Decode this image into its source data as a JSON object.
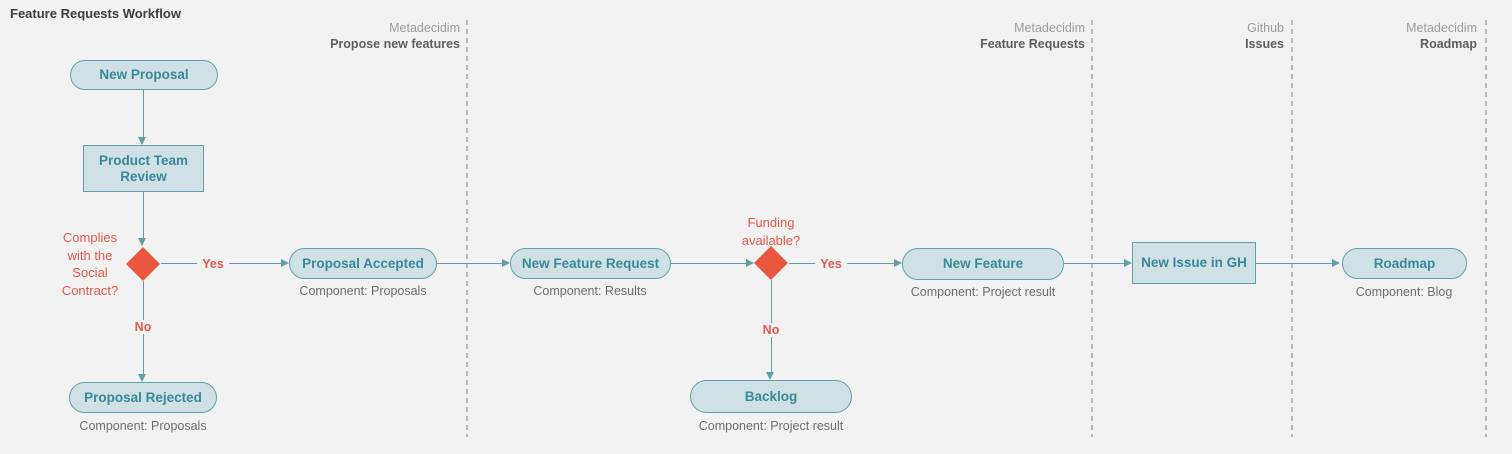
{
  "title": "Feature Requests Workflow",
  "colors": {
    "background": "#f2f2f2",
    "node_fill": "#d0e1e5",
    "node_border": "#5f9fab",
    "node_text": "#38889b",
    "arrow": "#5f9fab",
    "decision_red": "#e9573f",
    "red_label_text": "#e65847",
    "lane_group_text": "#9b9b9b",
    "lane_name_text": "#5e5e5e",
    "caption_text": "#6d6d6d",
    "divider": "#b9b9b9",
    "title_text": "#3d3d3d"
  },
  "lanes": [
    {
      "group": "Metadecidim",
      "name": "Propose new features"
    },
    {
      "group": "Metadecidim",
      "name": "Feature Requests"
    },
    {
      "group": "Github",
      "name": "Issues"
    },
    {
      "group": "Metadecidim",
      "name": "Roadmap"
    }
  ],
  "nodes": {
    "new_proposal": {
      "label": "New Proposal"
    },
    "product_team_review": {
      "label": "Product Team Review"
    },
    "proposal_accepted": {
      "label": "Proposal Accepted",
      "component": "Component: Proposals"
    },
    "proposal_rejected": {
      "label": "Proposal Rejected",
      "component": "Component: Proposals"
    },
    "new_feature_request": {
      "label": "New Feature Request",
      "component": "Component: Results"
    },
    "backlog": {
      "label": "Backlog",
      "component": "Component: Project result"
    },
    "new_feature": {
      "label": "New Feature",
      "component": "Component: Project result"
    },
    "new_issue_gh": {
      "label": "New Issue in GH"
    },
    "roadmap": {
      "label": "Roadmap",
      "component": "Component: Blog"
    }
  },
  "decisions": {
    "social_contract": {
      "label": "Complies with the Social Contract?"
    },
    "funding": {
      "label": "Funding available?"
    }
  },
  "edge_labels": {
    "yes1": "Yes",
    "no1": "No",
    "yes2": "Yes",
    "no2": "No"
  }
}
